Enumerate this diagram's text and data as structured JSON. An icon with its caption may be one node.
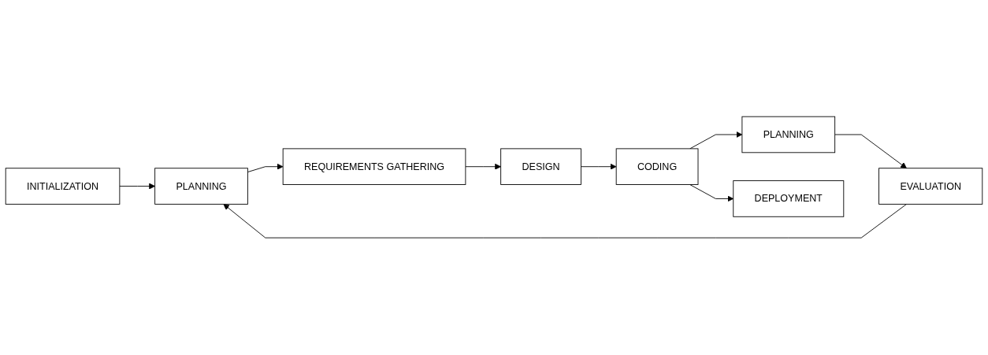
{
  "diagram": {
    "nodes": [
      {
        "text": [
          "INITIALIZATION"
        ]
      },
      {
        "text": [
          "PLANNING"
        ]
      },
      {
        "text": [
          "REQUIREMENTS GATHERING"
        ]
      },
      {
        "text": [
          "DESIGN"
        ]
      },
      {
        "text": [
          "EVALUATION"
        ]
      },
      {
        "text": [
          "PLANNING"
        ]
      },
      {
        "text": [
          "CODING"
        ]
      },
      {
        "text": [
          "DEPLOYMENT"
        ]
      }
    ],
    "edges": [
      {
        "from": 0,
        "to": 1,
        "arrow": "to"
      },
      {
        "from": 1,
        "to": 2,
        "arrow": "to"
      },
      {
        "from": 2,
        "to": 3,
        "arrow": "to"
      },
      {
        "from": 3,
        "to": 6,
        "arrow": "to"
      },
      {
        "from": 6,
        "to": 5,
        "arrow": "to"
      },
      {
        "from": 5,
        "to": 4,
        "arrow": "to"
      },
      {
        "from": 4,
        "to": 1,
        "arrow": "to"
      },
      {
        "from": 6,
        "to": 7,
        "arrow": "to"
      }
    ]
  }
}
